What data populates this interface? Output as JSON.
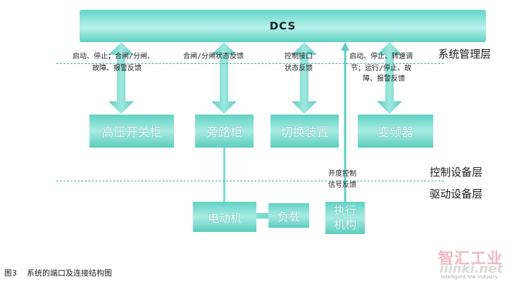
{
  "dcs_label": "DCS",
  "layers": {
    "system": "系统管理层",
    "control": "控制设备层",
    "drive": "驱动设备层"
  },
  "devices": {
    "hv_switch": "高压开关柜",
    "bypass": "旁路柜",
    "switcher": "切换装置",
    "vfd": "变频器",
    "motor": "电动机",
    "load": "负载",
    "actuator_line1": "执行",
    "actuator_line2": "机构"
  },
  "annotations": {
    "hv_line1": "启动、停止；合闸/分闸、",
    "hv_line2": "故障、报警反馈",
    "bypass": "合闸/分闸状态反馈",
    "switch_line1": "控制接口",
    "switch_line2": "状态反馈",
    "vfd_line1": "启动、停止、转速调",
    "vfd_line2": "节；运行/停止、故",
    "vfd_line3": "障、报警反馈",
    "actuator_line1": "开度控制",
    "actuator_line2": "信号反馈"
  },
  "caption": {
    "figure": "图3",
    "title": "系统的端口及连接结构图"
  },
  "watermark": {
    "cn": "智汇工业",
    "en": "iiinki.net",
    "tag": "intelligent link industry"
  },
  "colors": {
    "teal": "#62d6c8",
    "teal_light": "#b9f1ea",
    "dash": "#4aa8a0"
  }
}
